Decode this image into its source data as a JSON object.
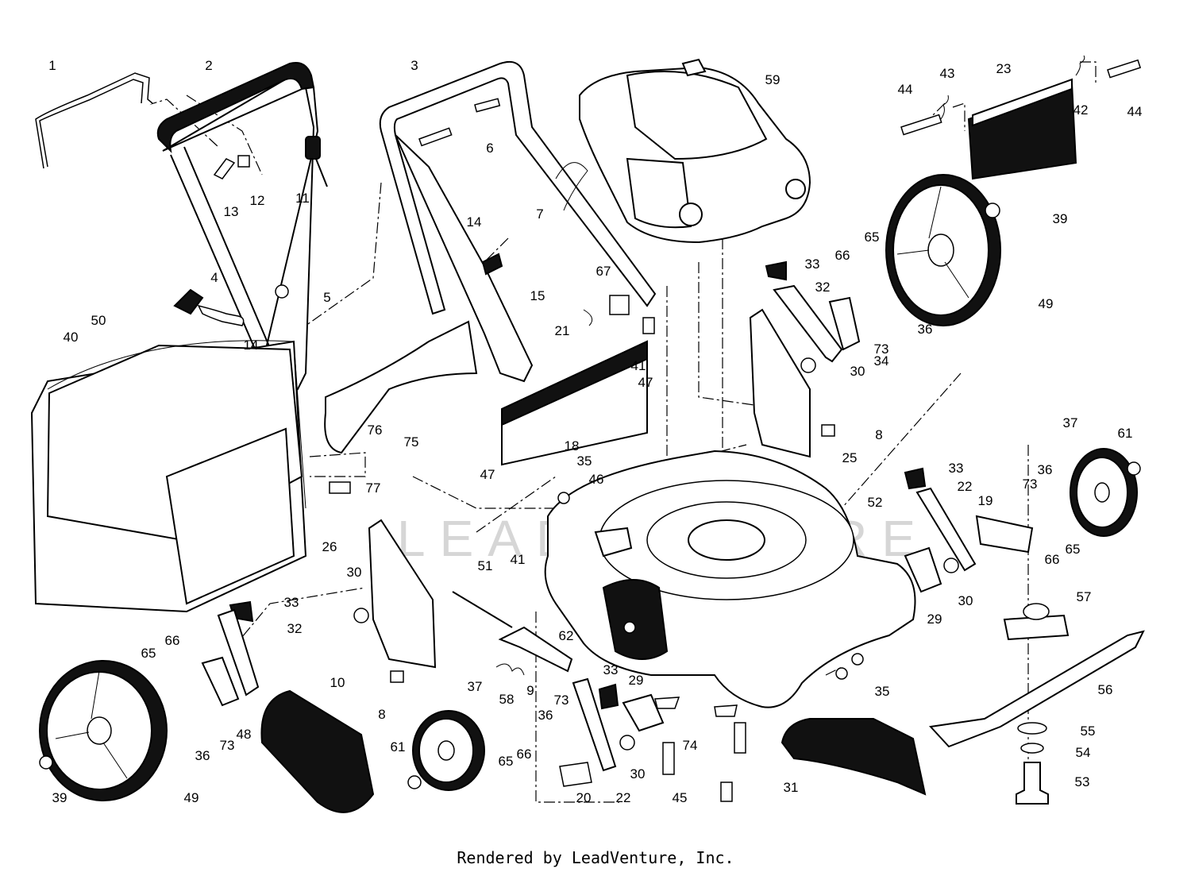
{
  "footer": {
    "credit": "Rendered by LeadVenture, Inc."
  },
  "watermark": {
    "text": "LEADVENTURE"
  },
  "callouts": [
    "1",
    "2",
    "3",
    "4",
    "5",
    "6",
    "7",
    "8",
    "8",
    "9",
    "10",
    "11",
    "12",
    "13",
    "14",
    "14",
    "15",
    "18",
    "19",
    "20",
    "21",
    "22",
    "22",
    "23",
    "25",
    "26",
    "29",
    "29",
    "30",
    "30",
    "30",
    "30",
    "31",
    "32",
    "32",
    "33",
    "33",
    "33",
    "33",
    "34",
    "35",
    "35",
    "36",
    "36",
    "36",
    "36",
    "37",
    "37",
    "39",
    "39",
    "40",
    "41",
    "41",
    "42",
    "43",
    "44",
    "44",
    "45",
    "46",
    "47",
    "47",
    "48",
    "49",
    "49",
    "50",
    "51",
    "52",
    "53",
    "54",
    "55",
    "56",
    "57",
    "58",
    "59",
    "61",
    "61",
    "62",
    "65",
    "65",
    "65",
    "65",
    "66",
    "66",
    "66",
    "66",
    "67",
    "73",
    "73",
    "73",
    "73",
    "74",
    "75",
    "76",
    "77"
  ]
}
